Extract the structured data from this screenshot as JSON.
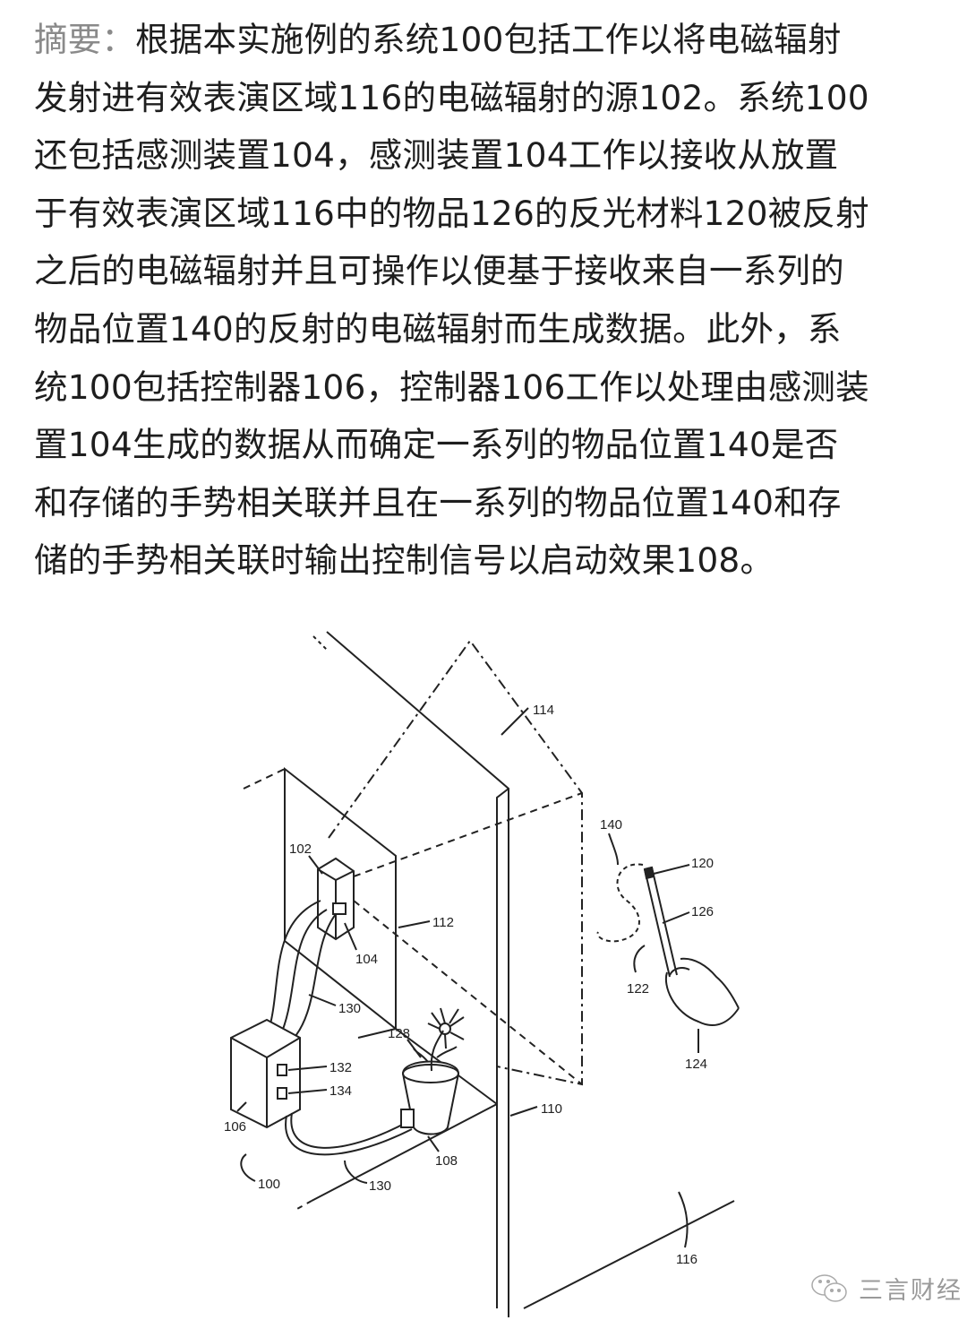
{
  "abstract": {
    "label": "摘要：",
    "lines": [
      "根据本实施例的系统100包括工作以将电磁辐射",
      "发射进有效表演区域116的电磁辐射的源102。系统100",
      "还包括感测装置104，感测装置104工作以接收从放置",
      "于有效表演区域116中的物品126的反光材料120被反射",
      "之后的电磁辐射并且可操作以便基于接收来自一系列的",
      "物品位置140的反射的电磁辐射而生成数据。此外，系",
      "统100包括控制器106，控制器106工作以处理由感测装",
      "置104生成的数据从而确定一系列的物品位置140是否",
      "和存储的手势相关联并且在一系列的物品位置140和存",
      "储的手势相关联时输出控制信号以启动效果108。"
    ]
  },
  "figure": {
    "labels": {
      "l114": "114",
      "l140": "140",
      "l120": "120",
      "l126": "126",
      "l122": "122",
      "l124": "124",
      "l102": "102",
      "l104": "104",
      "l112": "112",
      "l130a": "130",
      "l128": "128",
      "l132": "132",
      "l134": "134",
      "l106": "106",
      "l110": "110",
      "l108": "108",
      "l100": "100",
      "l130b": "130",
      "l116": "116"
    }
  },
  "watermark": {
    "icon": "wechat-icon",
    "text": "三言财经"
  }
}
